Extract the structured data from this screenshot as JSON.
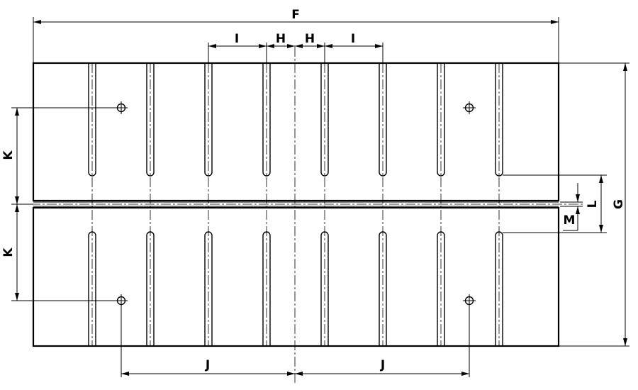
{
  "drawing": {
    "dimension_labels": {
      "F": "F",
      "G": "G",
      "H_left": "H",
      "H_right": "H",
      "I_left": "I",
      "I_right": "I",
      "J_left": "J",
      "J_right": "J",
      "K_top": "K",
      "K_bottom": "K",
      "L": "L",
      "M": "M"
    },
    "slot_columns_per_half": 8,
    "holes_count": 4,
    "line_color": "#000000",
    "background": "#ffffff"
  }
}
